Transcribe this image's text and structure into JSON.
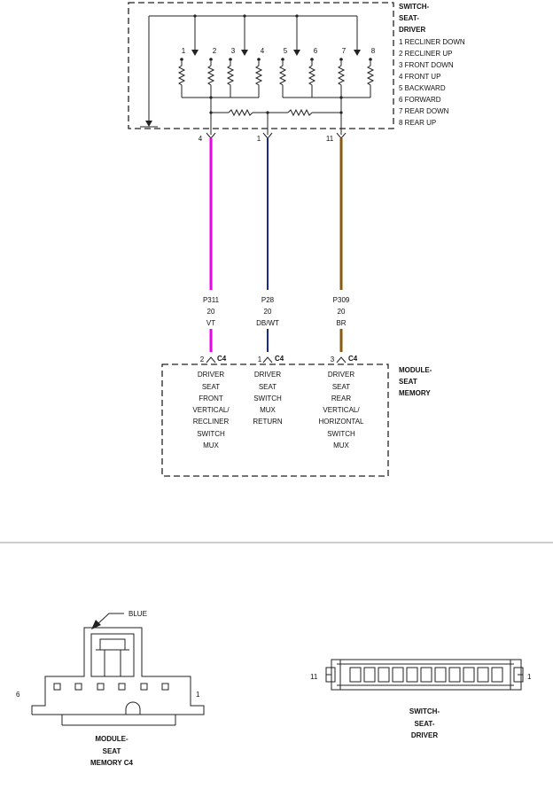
{
  "switch": {
    "title": [
      "SWITCH-",
      "SEAT-",
      "DRIVER"
    ],
    "legend": [
      "1 RECLINER DOWN",
      "2 RECLINER UP",
      "3 FRONT DOWN",
      "4 FRONT UP",
      "5 BACKWARD",
      "6 FORWARD",
      "7 REAR DOWN",
      "8 REAR UP"
    ],
    "contact_numbers": [
      "1",
      "2",
      "3",
      "4",
      "5",
      "6",
      "7",
      "8"
    ],
    "pins": [
      "4",
      "1",
      "11"
    ]
  },
  "wires": [
    {
      "circuit": "P311",
      "gauge": "20",
      "color_code": "VT",
      "color": "#ee00ee"
    },
    {
      "circuit": "P28",
      "gauge": "20",
      "color_code": "DB/WT",
      "color": "#1a2a88"
    },
    {
      "circuit": "P309",
      "gauge": "20",
      "color_code": "BR",
      "color": "#8a5a0c"
    }
  ],
  "module": {
    "title": [
      "MODULE-",
      "SEAT",
      "MEMORY"
    ],
    "connector": "C4",
    "pins": [
      "2",
      "1",
      "3"
    ],
    "functions": [
      [
        "DRIVER",
        "SEAT",
        "FRONT",
        "VERTICAL/",
        "RECLINER",
        "SWITCH",
        "MUX"
      ],
      [
        "DRIVER",
        "SEAT",
        "SWITCH",
        "MUX",
        "RETURN"
      ],
      [
        "DRIVER",
        "SEAT",
        "REAR",
        "VERTICAL/",
        "HORIZONTAL",
        "SWITCH",
        "MUX"
      ]
    ]
  },
  "connector_views": {
    "module_c4": {
      "label": [
        "MODULE-",
        "SEAT",
        "MEMORY C4"
      ],
      "color_label": "BLUE",
      "pin_left": "6",
      "pin_right": "1"
    },
    "switch": {
      "label": [
        "SWITCH-",
        "SEAT-",
        "DRIVER"
      ],
      "pin_left": "11",
      "pin_right": "1"
    }
  }
}
